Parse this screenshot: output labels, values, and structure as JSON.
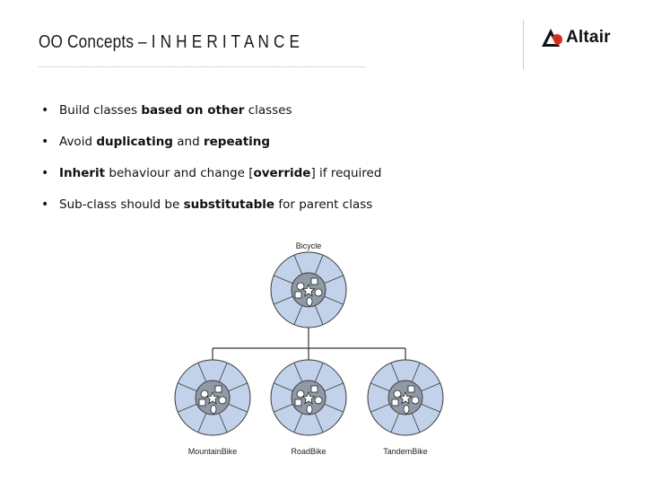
{
  "header": {
    "title": "OO Concepts – I N H E R I T A N C E",
    "logo_text": "Altair"
  },
  "bullets": [
    {
      "parts": [
        {
          "text": "Build classes ",
          "bold": false
        },
        {
          "text": "based on other",
          "bold": true
        },
        {
          "text": " classes",
          "bold": false
        }
      ]
    },
    {
      "parts": [
        {
          "text": "Avoid ",
          "bold": false
        },
        {
          "text": "duplicating",
          "bold": true
        },
        {
          "text": " and ",
          "bold": false
        },
        {
          "text": "repeating",
          "bold": true
        }
      ]
    },
    {
      "parts": [
        {
          "text": "Inherit",
          "bold": true
        },
        {
          "text": " behaviour and change [",
          "bold": false
        },
        {
          "text": "override",
          "bold": true
        },
        {
          "text": "] if required",
          "bold": false
        }
      ]
    },
    {
      "parts": [
        {
          "text": "Sub-class should be ",
          "bold": false
        },
        {
          "text": "substitutable",
          "bold": true
        },
        {
          "text": " for parent class",
          "bold": false
        }
      ]
    }
  ],
  "diagram": {
    "parent_label": "Bicycle",
    "child_labels": [
      "MountainBike",
      "RoadBike",
      "TandemBike"
    ],
    "colors": {
      "outer": "#c2d2ea",
      "inner": "#8f9aa7",
      "stroke": "#3b3b3b"
    }
  },
  "colors": {
    "logo_red": "#d32f1e",
    "title": "#1a1a1a"
  }
}
